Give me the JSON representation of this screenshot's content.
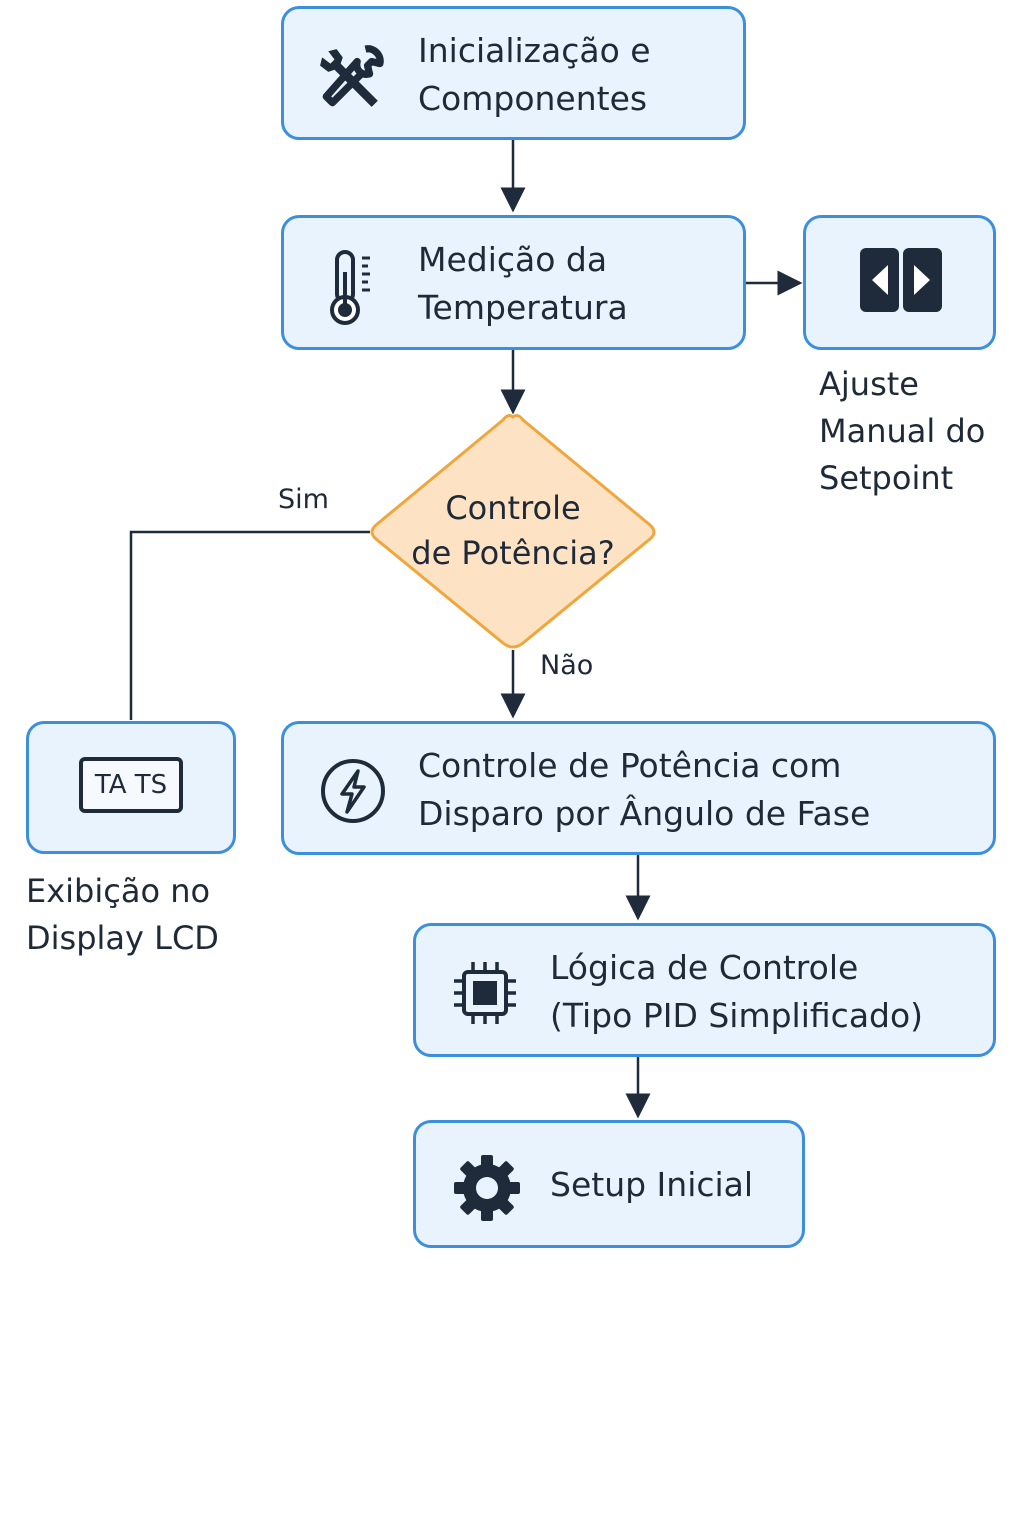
{
  "nodes": {
    "init": {
      "line1": "Inicialização e",
      "line2": "Componentes",
      "icon": "tools-icon"
    },
    "measure": {
      "line1": "Medição da",
      "line2": "Temperatura",
      "icon": "thermometer-icon"
    },
    "setpoint": {
      "line1": "Ajuste",
      "line2": "Manual do",
      "line3": "Setpoint",
      "icon": "left-right-arrows-icon"
    },
    "decision": {
      "line1": "Controle",
      "line2": "de Potência?"
    },
    "lcd": {
      "line1": "Exibição no",
      "line2": "Display LCD",
      "icon": "lcd-display-icon",
      "display_text": "TA TS"
    },
    "power": {
      "line1": "Controle de Potência com",
      "line2": "Disparo por Ângulo de Fase",
      "icon": "lightning-icon"
    },
    "logic": {
      "line1": "Lógica de Controle",
      "line2": "(Tipo PID Simplificado)",
      "icon": "chip-icon"
    },
    "setup": {
      "line1": "Setup Inicial",
      "icon": "gear-icon"
    }
  },
  "edges": {
    "yes": "Sim",
    "no": "Não"
  },
  "colors": {
    "box_fill": "#e9f3fd",
    "box_border": "#3b8fdc",
    "decision_fill": "#fde3c3",
    "decision_border": "#f0a63c",
    "line": "#1f2a3a",
    "icon": "#1f2a3a"
  }
}
